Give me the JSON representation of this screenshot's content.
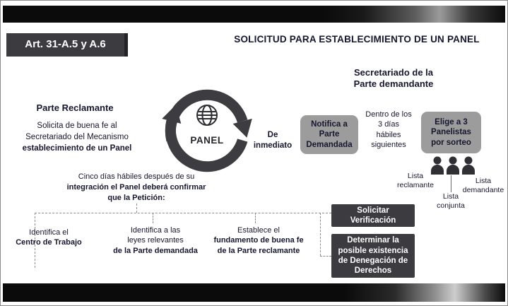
{
  "colors": {
    "dark_box": "#3c3c40",
    "gray_box": "#9c9c9c",
    "text": "#16162e"
  },
  "header": {
    "article": "Art. 31-A.5 y  A.6",
    "title": "SOLICITUD PARA ESTABLECIMIENTO DE UN PANEL"
  },
  "claimant": {
    "heading": "Parte Reclamante",
    "body_normal": "Solicita de buena fe al\nSecretariado del Mecanismo",
    "body_bold": "establecimiento de un Panel"
  },
  "panel": {
    "label": "PANEL"
  },
  "flow": {
    "secretariat_heading": "Secretariado de la\nParte demandante",
    "immediate": "De\ninmediato",
    "notify_box": "Notifica a\nParte\nDemandada",
    "within_days": "Dentro de los\n3 días\nhábiles\nsiguientes",
    "choose_box": "Elige a 3\nPanelistas\npor sorteo",
    "list_claimant": "Lista\nreclamante",
    "list_respondent": "Lista\ndemandante",
    "list_joint": "Lista\nconjunta"
  },
  "confirmation": {
    "intro_normal": "Cinco días hábiles después de su",
    "intro_bold": "integración el Panel deberá confirmar\nque la Petición:",
    "item_workplace_normal": "Identifica el",
    "item_workplace_bold": "Centro de Trabajo",
    "item_laws_normal": "Identifica a las\nleyes relevantes",
    "item_laws_bold": "de la Parte demandada",
    "item_goodfaith_normal": "Establece el",
    "item_goodfaith_bold": "fundamento de buena fe\nde la Parte reclamante"
  },
  "actions": {
    "verify": "Solicitar\nVerificación",
    "denial": "Determinar la\nposible existencia\nde Denegación de\nDerechos"
  }
}
